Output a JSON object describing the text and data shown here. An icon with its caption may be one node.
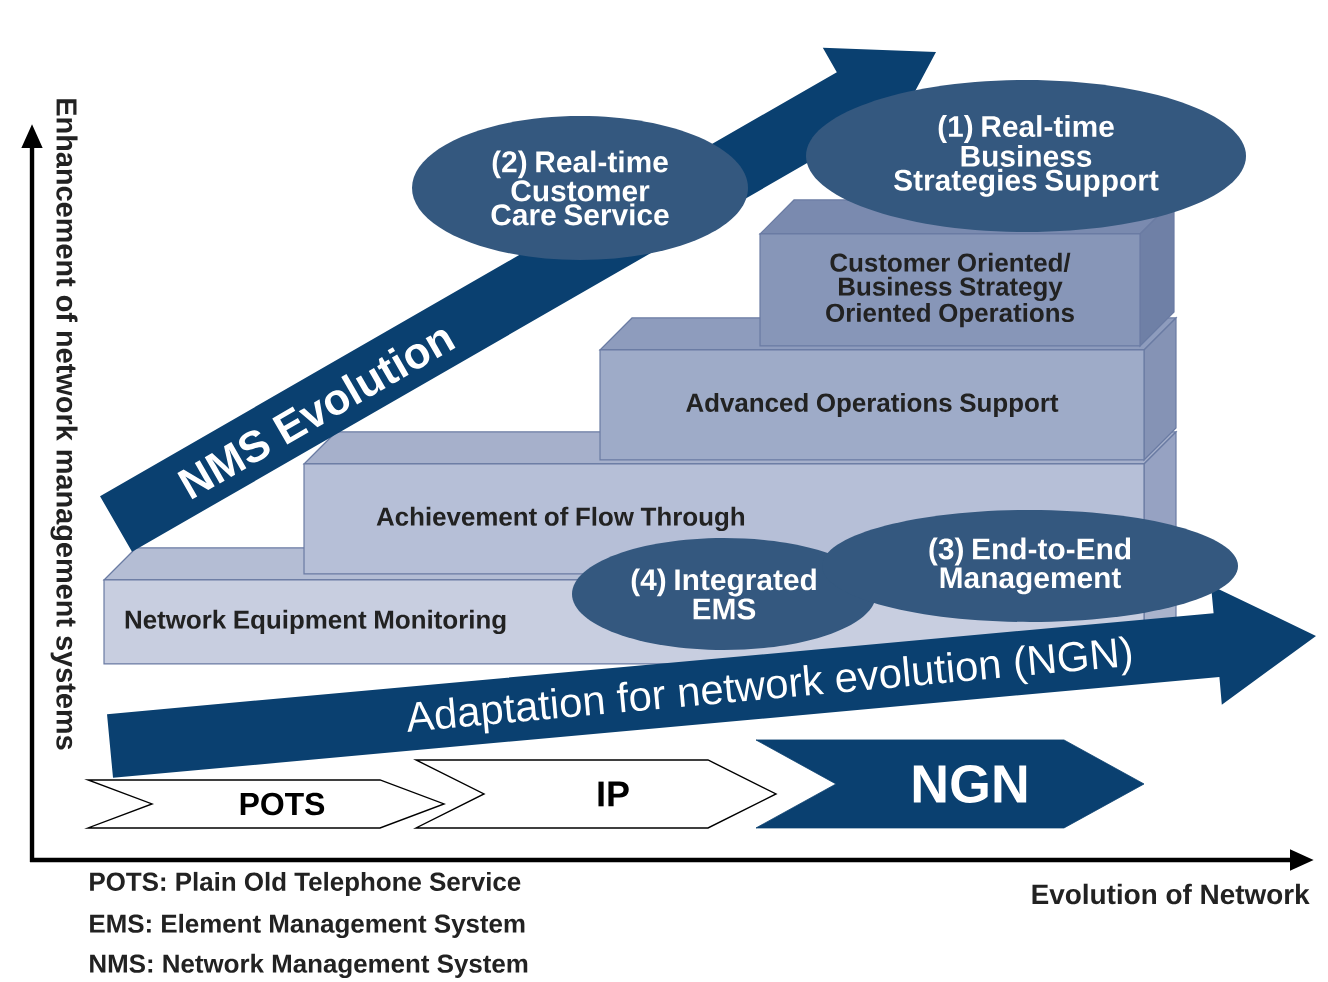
{
  "diagram": {
    "nodes": [
      {
        "text": [
          "NMS Evolution"
        ]
      },
      {
        "text": [
          "(2) Real-time Customer Care Service"
        ]
      },
      {
        "text": [
          "(1) Real-time Business Strategies Support"
        ]
      },
      {
        "text": [
          "Customer Oriented/ Business Strategy Oriented Operations"
        ]
      },
      {
        "text": [
          "Advanced Operations Support"
        ]
      },
      {
        "text": [
          "Achievement of Flow Through"
        ]
      },
      {
        "text": [
          "(4) Integrated EMS"
        ]
      },
      {
        "text": [
          "(3) End-to-End Management"
        ]
      },
      {
        "text": [
          "Network Equipment Monitoring"
        ]
      },
      {
        "text": [
          "Adaptation for network evolution (NGN)"
        ]
      },
      {
        "text": [
          "POTS"
        ]
      },
      {
        "text": [
          "IP"
        ]
      },
      {
        "text": [
          "NGN"
        ]
      }
    ],
    "labels": [
      "Enhancement of network management systems",
      "Evolution of Network",
      "POTS: Plain Old Telephone Service",
      "EMS: Element Management System",
      "NMS: Network Management System"
    ]
  }
}
